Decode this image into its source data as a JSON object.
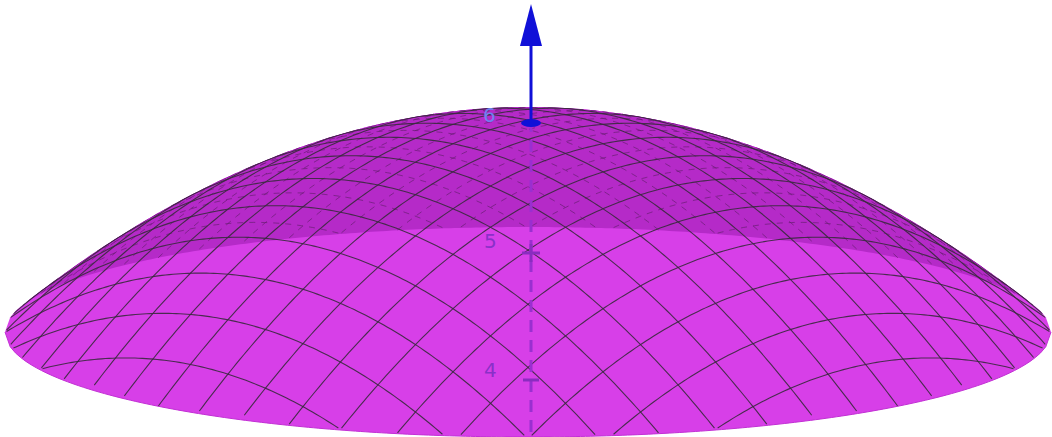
{
  "diagram": {
    "labels": [
      "6",
      "5",
      "4"
    ]
  }
}
